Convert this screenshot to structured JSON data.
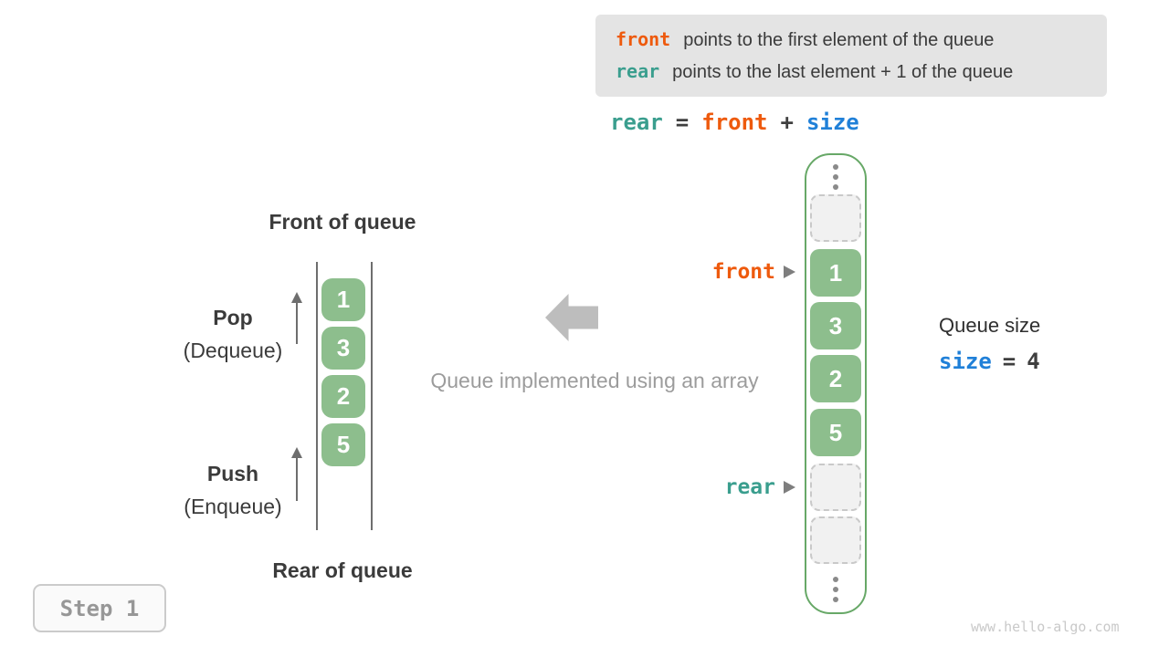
{
  "colors": {
    "front_orange": "#ee5a0d",
    "rear_teal": "#3a9e8e",
    "size_blue": "#2080d8",
    "cell_green": "#8dbe8d",
    "container_border_green": "#67a867",
    "text_dark": "#3b3b3b",
    "muted_gray": "#9c9c9c",
    "info_box_bg": "#e4e4e4"
  },
  "info_box": {
    "lines": [
      {
        "keyword": "front",
        "text": "points to the first element of the queue"
      },
      {
        "keyword": "rear",
        "text": "points to the last element + 1 of the queue"
      }
    ]
  },
  "formula": {
    "lhs": "rear",
    "eq": "=",
    "rhs1": "front",
    "op": "+",
    "rhs2": "size"
  },
  "left_diagram": {
    "front_label": "Front of queue",
    "rear_label": "Rear of queue",
    "pop_title": "Pop",
    "pop_subtitle": "(Dequeue)",
    "push_title": "Push",
    "push_subtitle": "(Enqueue)",
    "cells": [
      "1",
      "3",
      "2",
      "5"
    ]
  },
  "middle": {
    "caption": "Queue implemented using an array"
  },
  "right_array": {
    "front_pointer": "front",
    "rear_pointer": "rear",
    "values": [
      "1",
      "3",
      "2",
      "5"
    ]
  },
  "queue_size": {
    "label": "Queue size",
    "variable": "size",
    "eq": "=",
    "value": "4"
  },
  "step_label": "Step 1",
  "watermark": "www.hello-algo.com"
}
